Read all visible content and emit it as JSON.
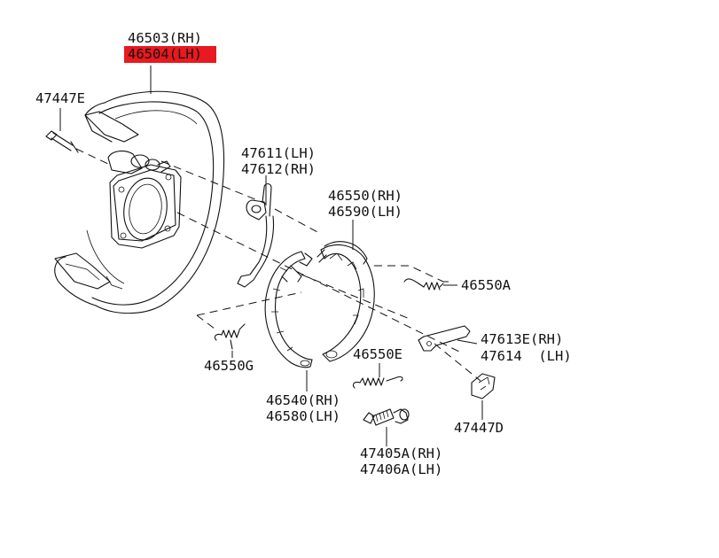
{
  "diagram": {
    "highlight_color": "#e8191f",
    "labels": {
      "p46503": "46503(RH)",
      "p46504": "46504(LH)",
      "p47447E": "47447E",
      "p47611": "47611(LH)",
      "p47612": "47612(RH)",
      "p46550": "46550(RH)",
      "p46590": "46590(LH)",
      "p46550A": "46550A",
      "p47613E": "47613E(RH)",
      "p47614": "47614  (LH)",
      "p46550G": "46550G",
      "p46550E": "46550E",
      "p46540": "46540(RH)",
      "p46580": "46580(LH)",
      "p47447D": "47447D",
      "p47405A": "47405A(RH)",
      "p47406A": "47406A(LH)"
    }
  }
}
